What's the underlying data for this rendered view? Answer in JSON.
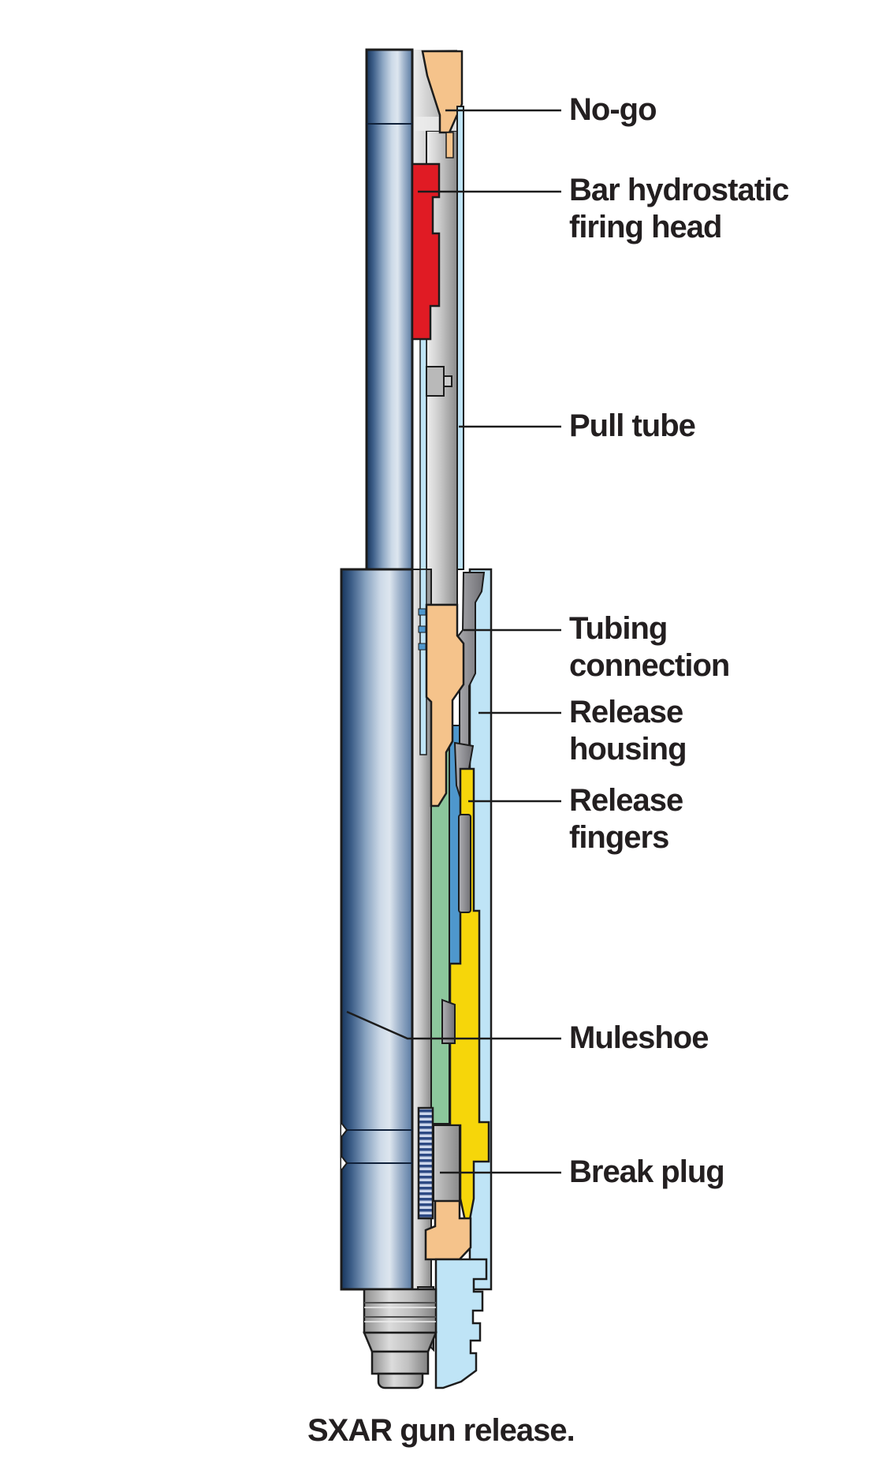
{
  "figure": {
    "caption": "SXAR gun release."
  },
  "labels": {
    "no_go": {
      "line1": "No-go"
    },
    "bar_hydrostatic_firing_head": {
      "line1": "Bar hydrostatic",
      "line2": "firing head"
    },
    "pull_tube": {
      "line1": "Pull tube"
    },
    "tubing_connection": {
      "line1": "Tubing",
      "line2": "connection"
    },
    "release_housing": {
      "line1": "Release",
      "line2": "housing"
    },
    "release_fingers": {
      "line1": "Release",
      "line2": "fingers"
    },
    "muleshoe": {
      "line1": "Muleshoe"
    },
    "break_plug": {
      "line1": "Break plug"
    }
  },
  "palette": {
    "outline": "#1c1c1c",
    "label_text": "#231f20",
    "body_blue_dark": "#17355c",
    "body_blue_highlight": "#dde6ef",
    "cut_light_blue": "#bfe4f6",
    "firing_head_red": "#e01b24",
    "no_go_tan": "#f5c38b",
    "release_green": "#8cc79c",
    "inner_tube_blue": "#4e97cd",
    "release_finger_yellow": "#f6d60a",
    "metal_gray": "#c2c2c2",
    "dark_metal_gray": "#8a8a8e",
    "break_plug_stripe_dark": "#2e4a85",
    "break_plug_stripe_light": "#ccd6ec"
  }
}
